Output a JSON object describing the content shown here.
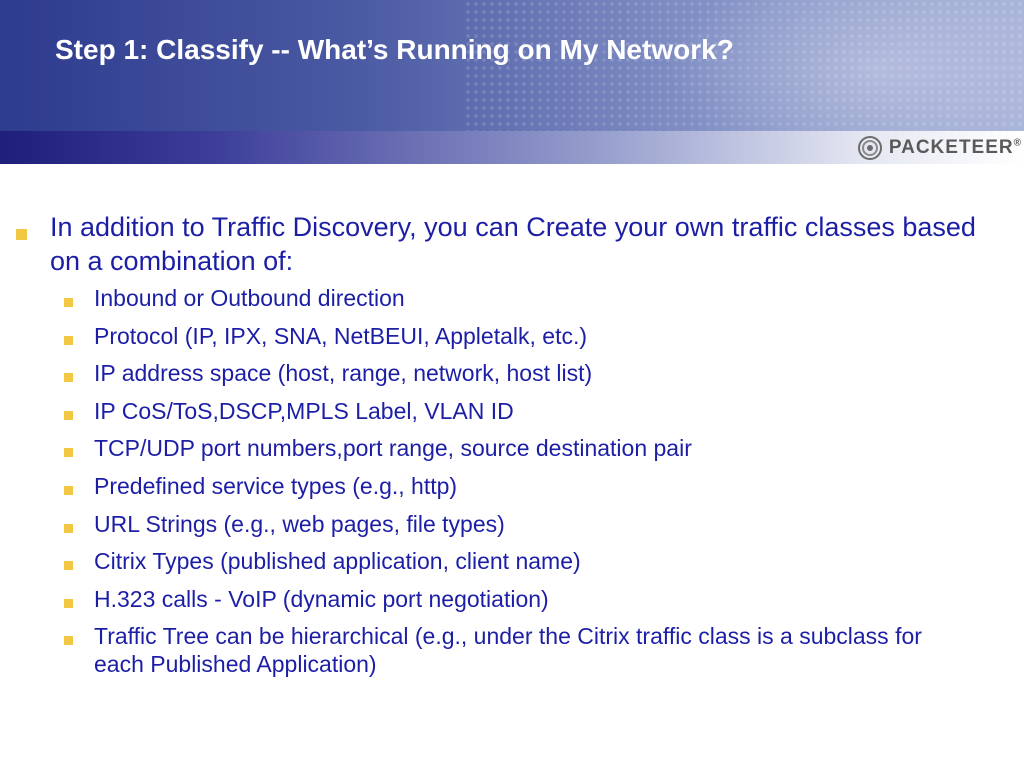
{
  "slide": {
    "title": "Step 1: Classify -- What’s Running on My Network?",
    "logo_text": "PACKETEER",
    "logo_reg": "®",
    "main_bullet": "In addition to Traffic Discovery, you can Create your own traffic classes based on a combination of:",
    "sub_bullets": [
      "Inbound or Outbound direction",
      "Protocol (IP, IPX, SNA, NetBEUI, Appletalk, etc.)",
      "IP address space (host, range, network, host list)",
      "IP CoS/ToS,DSCP,MPLS Label, VLAN ID",
      "TCP/UDP port numbers,port range, source destination pair",
      "Predefined service types (e.g., http)",
      "URL Strings (e.g., web pages, file types)",
      "Citrix Types (published application, client name)",
      "H.323 calls - VoIP (dynamic port negotiation)",
      "Traffic Tree can be hierarchical (e.g., under the Citrix traffic class is a subclass for each Published Application)"
    ]
  },
  "colors": {
    "text_blue": "#1c1fa6",
    "bullet_yellow": "#f2c744",
    "header_blue": "#2e3b8e"
  },
  "icons": {
    "logo_mark": "packeteer-swirl-icon",
    "bullet": "square-bullet-icon"
  }
}
